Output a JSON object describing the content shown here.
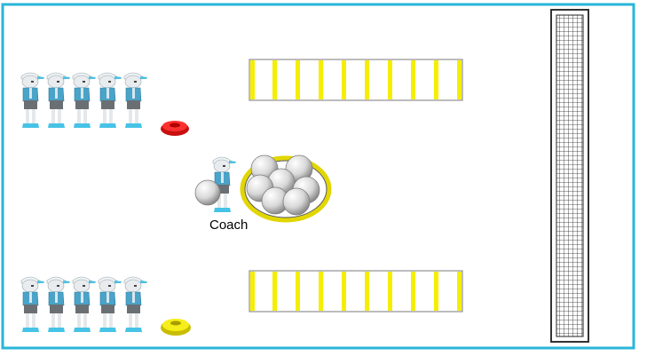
{
  "coach": {
    "label": "Coach"
  },
  "players": {
    "top_row_count": 5,
    "bottom_row_count": 5
  },
  "ladders": {
    "top_rungs": 10,
    "bottom_rungs": 10
  },
  "ball_basket": {
    "ball_count": 7
  },
  "markers": [
    {
      "name": "red-cone",
      "color": "#e02020"
    },
    {
      "name": "yellow-cone",
      "color": "#f2e600"
    }
  ],
  "colors": {
    "border": "#29b6d9",
    "rung": "#f5ee00",
    "player_shirt": "#4aa3c8",
    "net": "#333333"
  }
}
